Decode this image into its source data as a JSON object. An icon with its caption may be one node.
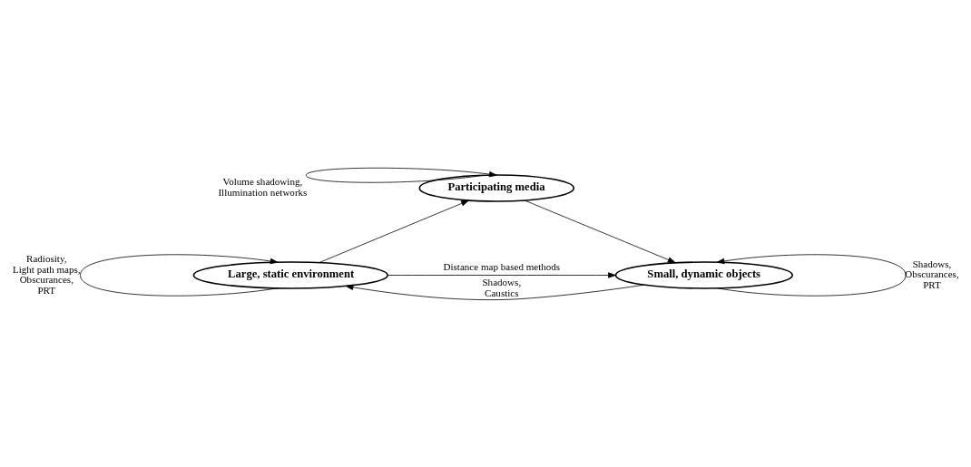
{
  "diagram": {
    "nodes": [
      {
        "text": [
          "Participating media"
        ]
      },
      {
        "text": [
          "Large, static environment"
        ]
      },
      {
        "text": [
          "Small, dynamic objects"
        ]
      }
    ],
    "edges": [
      {
        "from": 0,
        "to": 0,
        "arrow": "to",
        "label": "Volume shadowing, Illumination networks"
      },
      {
        "from": 1,
        "to": 0,
        "arrow": "to"
      },
      {
        "from": 0,
        "to": 2,
        "arrow": "to"
      },
      {
        "from": 1,
        "to": 2,
        "arrow": "to",
        "label": "Distance map based methods"
      },
      {
        "from": 1,
        "to": 1,
        "arrow": "to",
        "label": "Radiosity, Light path maps, Obscurances, PRT"
      },
      {
        "from": 2,
        "to": 2,
        "arrow": "to",
        "label": "Shadows, Obscurances, PRT"
      },
      {
        "from": 2,
        "to": 1,
        "arrow": "to",
        "label": "Shadows, Caustics"
      }
    ]
  }
}
